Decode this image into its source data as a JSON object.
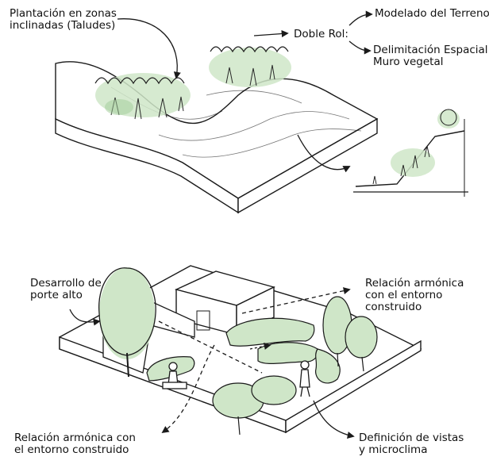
{
  "top_panel": {
    "plantation_label_line1": "Plantación en zonas",
    "plantation_label_line2": "inclinadas (Taludes)",
    "double_role_label": "Doble Rol:",
    "terrain_modeling_label": "Modelado del Terreno",
    "delimitation_label_line1": "Delimitación Espacial /",
    "delimitation_label_line2": "Muro vegetal"
  },
  "bottom_panel": {
    "tall_trees_label_line1": "Desarrollo de",
    "tall_trees_label_line2": "porte alto",
    "harmony_right_line1": "Relación armónica",
    "harmony_right_line2": "con el entorno",
    "harmony_right_line3": "construido",
    "harmony_left_line1": "Relación armónica con",
    "harmony_left_line2": "el entorno construido",
    "views_label_line1": "Definición de vistas",
    "views_label_line2": "y microclima"
  },
  "colors": {
    "ink": "#1a1a1a",
    "foliage_wash": "#cfe6c8",
    "foliage_dark": "#9fcb98",
    "paper": "#ffffff"
  }
}
